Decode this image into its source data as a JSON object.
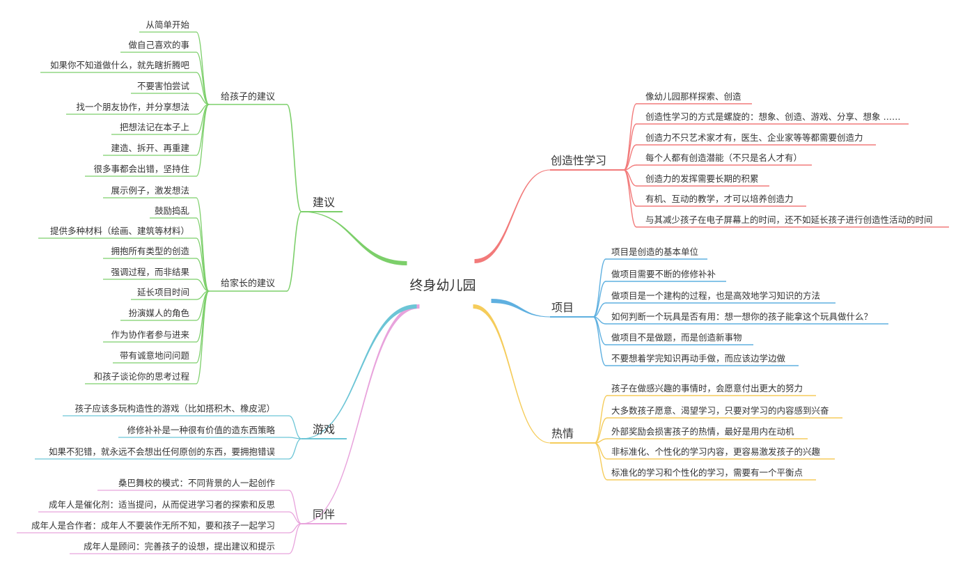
{
  "root": {
    "label": "终身幼儿园"
  },
  "colors": {
    "creative": "#f27a7a",
    "project": "#5fb0e0",
    "passion": "#f5cc5b",
    "advice": "#7ccf6a",
    "play": "#6cc5d6",
    "peers": "#e8a3dc"
  },
  "right_branches": [
    {
      "label": "创造性学习",
      "color_key": "creative",
      "items": [
        "像幼儿园那样探索、创造",
        "创造性学习的方式是螺旋的：想象、创造、游戏、分享、想象 ……",
        "创造力不只艺术家才有，医生、企业家等等都需要创造力",
        "每个人都有创造潜能（不只是名人才有）",
        "创造力的发挥需要长期的积累",
        "有机、互动的教学，才可以培养创造力",
        "与其减少孩子在电子屏幕上的时间，还不如延长孩子进行创造性活动的时间"
      ]
    },
    {
      "label": "项目",
      "color_key": "project",
      "items": [
        "项目是创造的基本单位",
        "做项目需要不断的修修补补",
        "做项目是一个建构的过程，也是高效地学习知识的方法",
        "如何判断一个玩具是否有用：想一想你的孩子能拿这个玩具做什么？",
        "做项目不是做题，而是创造新事物",
        "不要想着学完知识再动手做，而应该边学边做"
      ]
    },
    {
      "label": "热情",
      "color_key": "passion",
      "items": [
        "孩子在做感兴趣的事情时，会愿意付出更大的努力",
        "大多数孩子愿意、渴望学习，只要对学习的内容感到兴奋",
        "外部奖励会损害孩子的热情，最好是用内在动机",
        "非标准化、个性化的学习内容，更容易激发孩子的兴趣",
        "标准化的学习和个性化的学习，需要有一个平衡点"
      ]
    }
  ],
  "left_branches": {
    "advice": {
      "label": "建议",
      "children": [
        {
          "label": "给孩子的建议",
          "items": [
            "从简单开始",
            "做自己喜欢的事",
            "如果你不知道做什么，就先瞎折腾吧",
            "不要害怕尝试",
            "找一个朋友协作，并分享想法",
            "把想法记在本子上",
            "建造、拆开、再重建",
            "很多事都会出错，坚持住"
          ]
        },
        {
          "label": "给家长的建议",
          "items": [
            "展示例子，激发想法",
            "鼓励捣乱",
            "提供多种材料（绘画、建筑等材料）",
            "拥抱所有类型的创造",
            "强调过程，而非结果",
            "延长项目时间",
            "扮演媒人的角色",
            "作为协作者参与进来",
            "带有诚意地问问题",
            "和孩子谈论你的思考过程"
          ]
        }
      ]
    },
    "play": {
      "label": "游戏",
      "items": [
        "孩子应该多玩构造性的游戏（比如搭积木、橡皮泥）",
        "修修补补是一种很有价值的造东西策略",
        "如果不犯错，就永远不会想出任何原创的东西，要拥抱错误"
      ]
    },
    "peers": {
      "label": "同伴",
      "items": [
        "桑巴舞校的模式：不同背景的人一起创作",
        "成年人是催化剂：适当提问，从而促进学习者的探索和反思",
        "成年人是合作者：成年人不要装作无所不知，要和孩子一起学习",
        "成年人是顾问：完善孩子的设想，提出建议和提示"
      ]
    }
  }
}
